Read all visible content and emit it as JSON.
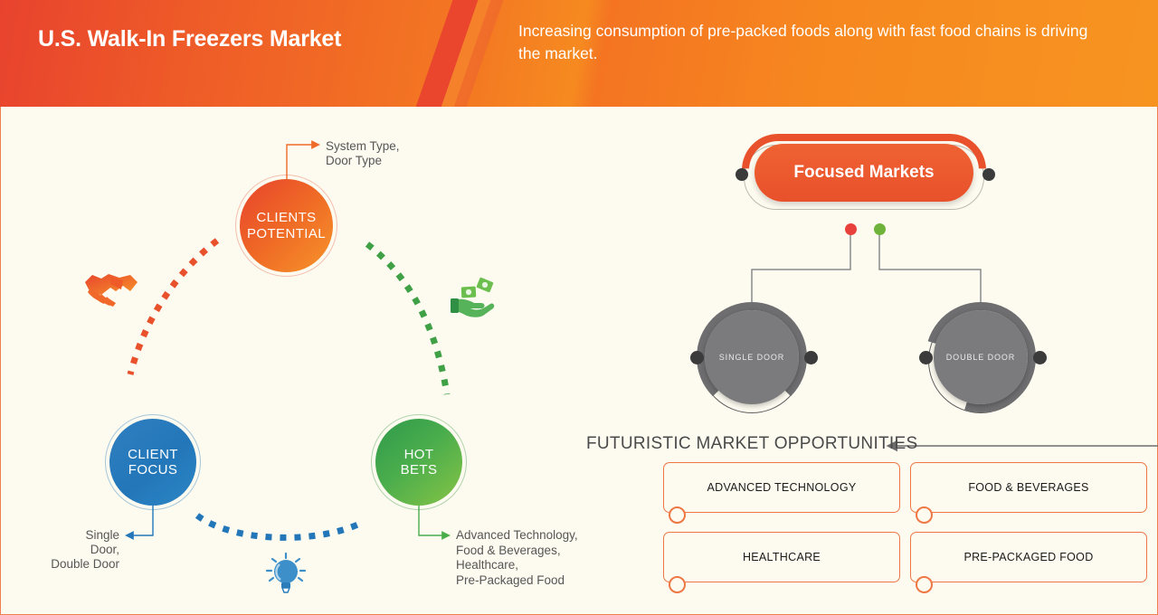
{
  "header": {
    "title": "U.S. Walk-In Freezers Market",
    "subtitle": "Increasing consumption of pre-packed foods along with fast food chains is driving the market.",
    "colors": {
      "start": "#e8432e",
      "end": "#f79420",
      "text": "#ffffff"
    }
  },
  "left_cluster": {
    "nodes": [
      {
        "id": "clients-potential",
        "label": "CLIENTS\nPOTENTIAL",
        "line1": "CLIENTS",
        "line2": "POTENTIAL",
        "color": "#ef6a26"
      },
      {
        "id": "client-focus",
        "label": "CLIENT\nFOCUS",
        "line1": "CLIENT",
        "line2": "FOCUS",
        "color": "#2377b9"
      },
      {
        "id": "hot-bets",
        "label": "HOT\nBETS",
        "line1": "HOT",
        "line2": "BETS",
        "color": "#4aad4c"
      }
    ],
    "callouts": {
      "clients_potential": "System Type,\nDoor Type",
      "clients_potential_line1": "System Type,",
      "clients_potential_line2": "Door Type",
      "client_focus_line1": "Single",
      "client_focus_line2": "Door,",
      "client_focus_line3": "Double Door",
      "hot_bets_line1": "Advanced Technology,",
      "hot_bets_line2": "Food & Beverages,",
      "hot_bets_line3": "Healthcare,",
      "hot_bets_line4": "Pre-Packaged Food"
    },
    "icons": [
      {
        "name": "handshake-icon",
        "color": "#ef6a26"
      },
      {
        "name": "money-in-hand-icon",
        "color": "#4aad4c"
      },
      {
        "name": "lightbulb-icon",
        "color": "#2f86c6"
      }
    ]
  },
  "right_cluster": {
    "focused_markets_label": "Focused Markets",
    "pins": [
      {
        "name": "red-pin",
        "color": "#e8403a"
      },
      {
        "name": "green-pin",
        "color": "#6fb33a"
      }
    ],
    "doors": [
      {
        "id": "single-door",
        "label": "SINGLE DOOR"
      },
      {
        "id": "double-door",
        "label": "DOUBLE DOOR"
      }
    ]
  },
  "futuristic": {
    "title": "FUTURISTIC MARKET OPPORTUNITIES",
    "boxes": [
      {
        "label": "ADVANCED TECHNOLOGY"
      },
      {
        "label": "FOOD & BEVERAGES"
      },
      {
        "label": "HEALTHCARE"
      },
      {
        "label": "PRE-PACKAGED FOOD"
      }
    ],
    "accent": "#ef7744"
  }
}
